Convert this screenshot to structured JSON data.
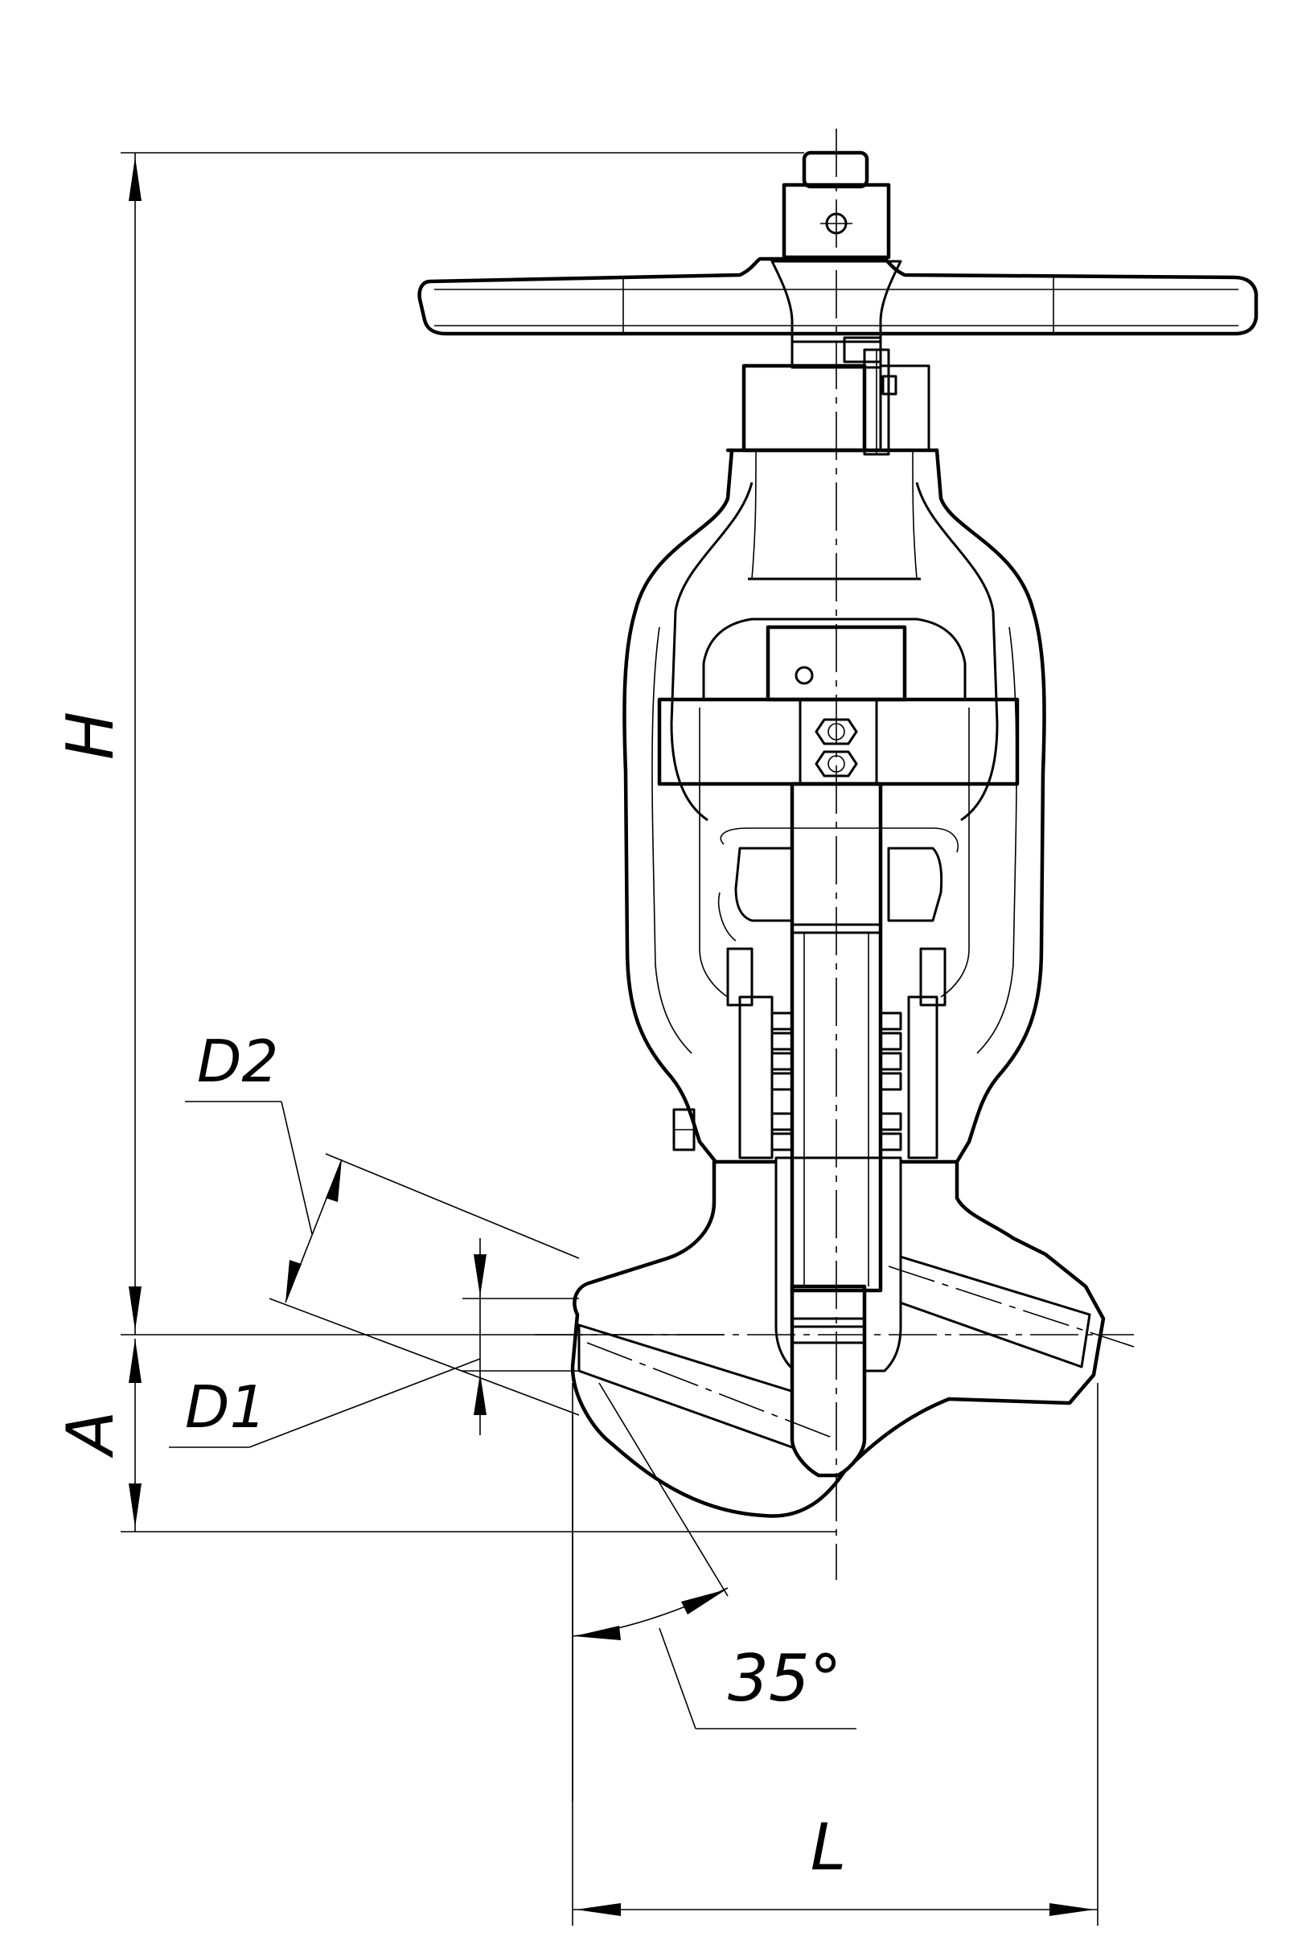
{
  "dimensions": {
    "height_label": "H",
    "assembly_label": "A",
    "inlet_bore_label": "D1",
    "outlet_bore_label": "D2",
    "angle_label": "35°",
    "length_label": "L"
  },
  "colors": {
    "line": "#000000",
    "background": "#ffffff"
  }
}
